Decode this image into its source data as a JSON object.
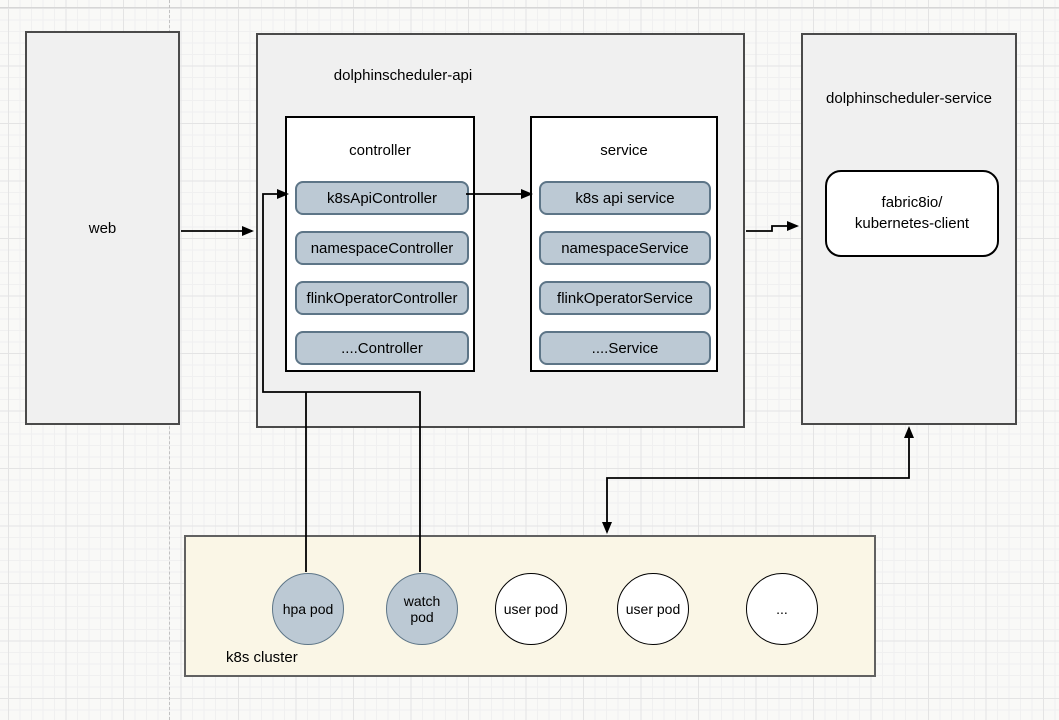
{
  "diagram": {
    "web": {
      "label": "web"
    },
    "api": {
      "label": "dolphinscheduler-api",
      "controller": {
        "title": "controller",
        "items": [
          "k8sApiController",
          "namespaceController",
          "flinkOperatorController",
          "....Controller"
        ]
      },
      "service": {
        "title": "service",
        "items": [
          "k8s api service",
          "namespaceService",
          "flinkOperatorService",
          "....Service"
        ]
      }
    },
    "dss": {
      "label": "dolphinscheduler-service",
      "client_label": "fabric8io/\nkubernetes-client"
    },
    "cluster": {
      "label": "k8s cluster",
      "pods": [
        {
          "label": "hpa pod",
          "filled": true
        },
        {
          "label": "watch pod",
          "filled": true
        },
        {
          "label": "user pod",
          "filled": false
        },
        {
          "label": "user pod",
          "filled": false
        },
        {
          "label": "...",
          "filled": false
        }
      ]
    }
  },
  "colors": {
    "container_fill": "#f0f0f0",
    "container_border": "#4a4a4a",
    "inner_box_fill": "#ffffff",
    "inner_box_border": "#000000",
    "pill_fill": "#bcc9d4",
    "pill_border": "#5d7587",
    "cluster_fill": "#faf6e6",
    "cluster_border": "#616161",
    "pod_filled": "#bcc9d4",
    "pod_white": "#ffffff",
    "line": "#000000",
    "text": "#000000"
  }
}
